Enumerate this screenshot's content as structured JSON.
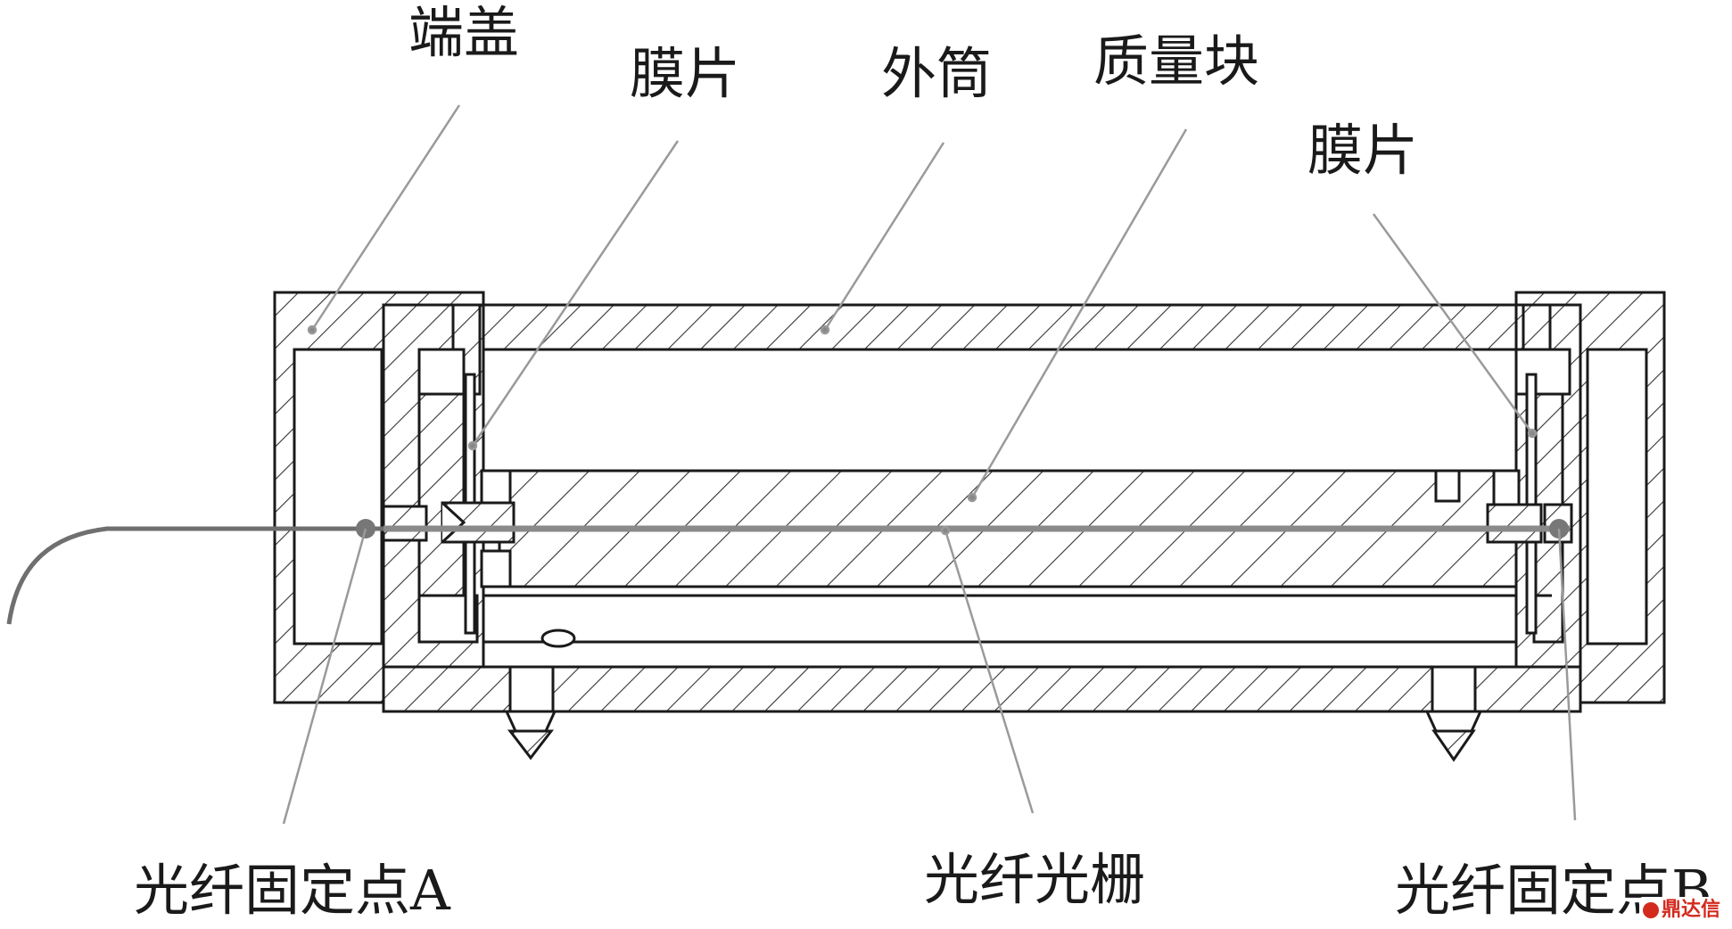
{
  "labels": {
    "end_cap": "端盖",
    "diaphragm_left": "膜片",
    "outer_tube": "外筒",
    "mass_block": "质量块",
    "diaphragm_right": "膜片",
    "fixing_point_a": "光纤固定点A",
    "fiber_grating": "光纤光栅",
    "fixing_point_b": "光纤固定点B"
  },
  "watermark": {
    "text": "鼎达信"
  },
  "colors": {
    "line": "#1a1a1a",
    "leader": "#9a9a9a",
    "fiber": "#7d7d7d",
    "watermark": "#d42a1e"
  }
}
